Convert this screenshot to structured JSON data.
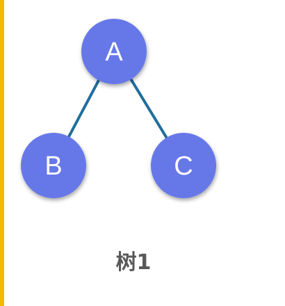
{
  "colors": {
    "accent_bar": "#F5B800",
    "node_fill": "#6678E8",
    "edge": "#1F6E9C",
    "label_text": "#FFFFFF",
    "caption_text": "#595959"
  },
  "tree": {
    "nodes": [
      {
        "id": "A",
        "label": "A"
      },
      {
        "id": "B",
        "label": "B"
      },
      {
        "id": "C",
        "label": "C"
      }
    ],
    "edges": [
      {
        "from": "A",
        "to": "B"
      },
      {
        "from": "A",
        "to": "C"
      }
    ]
  },
  "caption": "树1"
}
